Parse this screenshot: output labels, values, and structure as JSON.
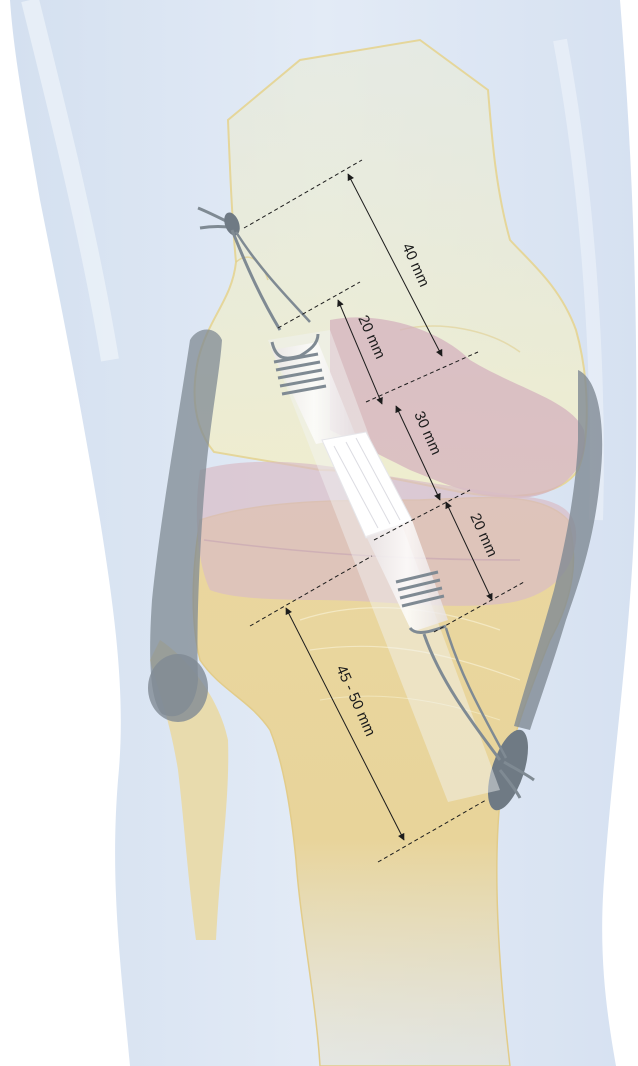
{
  "diagram": {
    "subject": "knee-graft-tunnel-measurements",
    "colors": {
      "skin": "#dde7f4",
      "femur": "#efeecf",
      "tibia": "#ecdca0",
      "cartilage": "#d8b9c2",
      "tendon": "#7f8a93",
      "graft": "#ffffff",
      "line": "#1c1c1c"
    },
    "measurements": [
      {
        "id": "femoral-tunnel",
        "label": "40 mm"
      },
      {
        "id": "femoral-graft",
        "label": "20 mm"
      },
      {
        "id": "intra-articular",
        "label": "30 mm"
      },
      {
        "id": "tibial-graft",
        "label": "20 mm"
      },
      {
        "id": "tibial-tunnel",
        "label": "45 - 50 mm"
      }
    ]
  }
}
